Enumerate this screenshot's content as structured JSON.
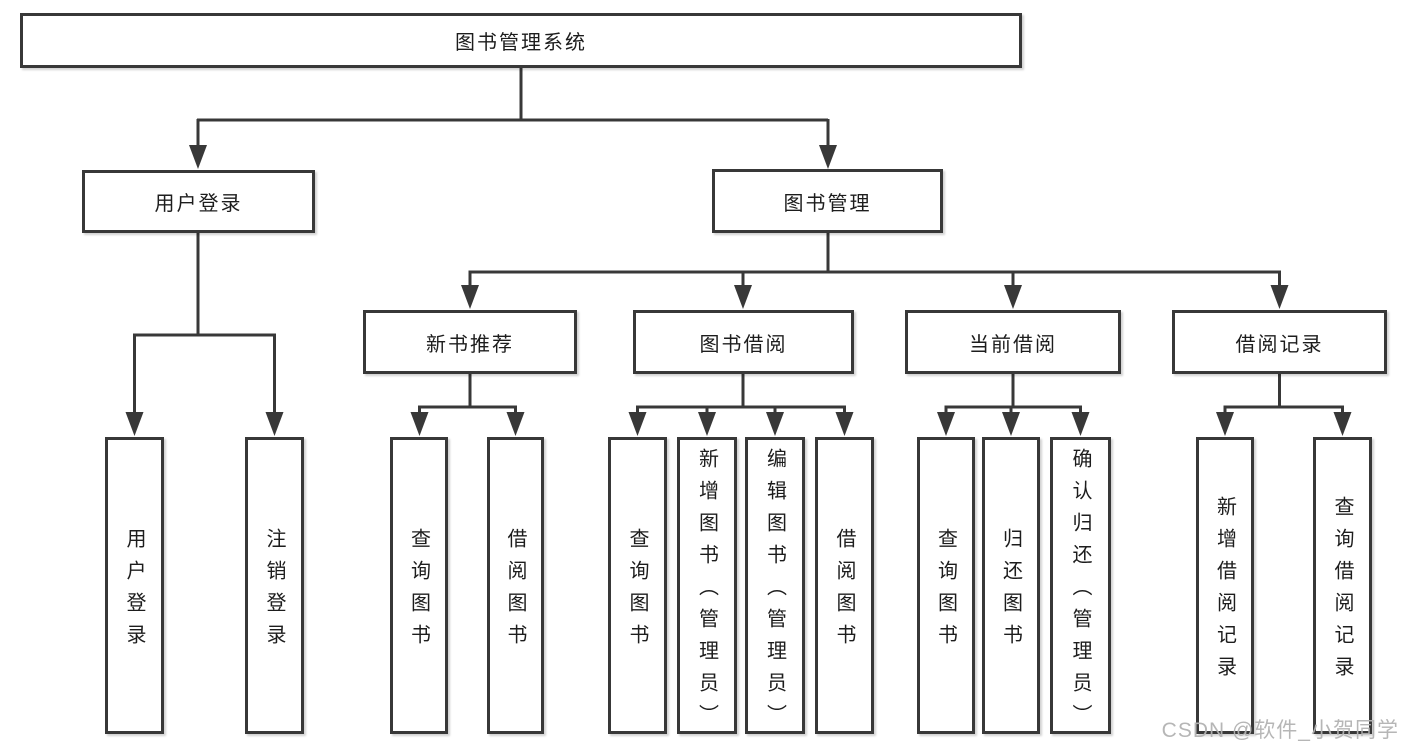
{
  "diagram": {
    "title": "图书管理系统",
    "branches": [
      {
        "label": "用户登录",
        "leaves": [
          {
            "label": "用户登录"
          },
          {
            "label": "注销登录"
          }
        ]
      },
      {
        "label": "图书管理",
        "sections": [
          {
            "label": "新书推荐",
            "leaves": [
              {
                "label": "查询图书"
              },
              {
                "label": "借阅图书"
              }
            ]
          },
          {
            "label": "图书借阅",
            "leaves": [
              {
                "label": "查询图书"
              },
              {
                "label": "新增图书（管理员）"
              },
              {
                "label": "编辑图书（管理员）"
              },
              {
                "label": "借阅图书"
              }
            ]
          },
          {
            "label": "当前借阅",
            "leaves": [
              {
                "label": "查询图书"
              },
              {
                "label": "归还图书"
              },
              {
                "label": "确认归还（管理员）"
              }
            ]
          },
          {
            "label": "借阅记录",
            "leaves": [
              {
                "label": "新增借阅记录"
              },
              {
                "label": "查询借阅记录"
              }
            ]
          }
        ]
      }
    ]
  },
  "watermark": {
    "text": "CSDN @软件_小贺同学"
  },
  "colors": {
    "line": "#383838",
    "text": "#1d1d1d",
    "watermark": "#b3b3b3",
    "background": "#ffffff"
  }
}
